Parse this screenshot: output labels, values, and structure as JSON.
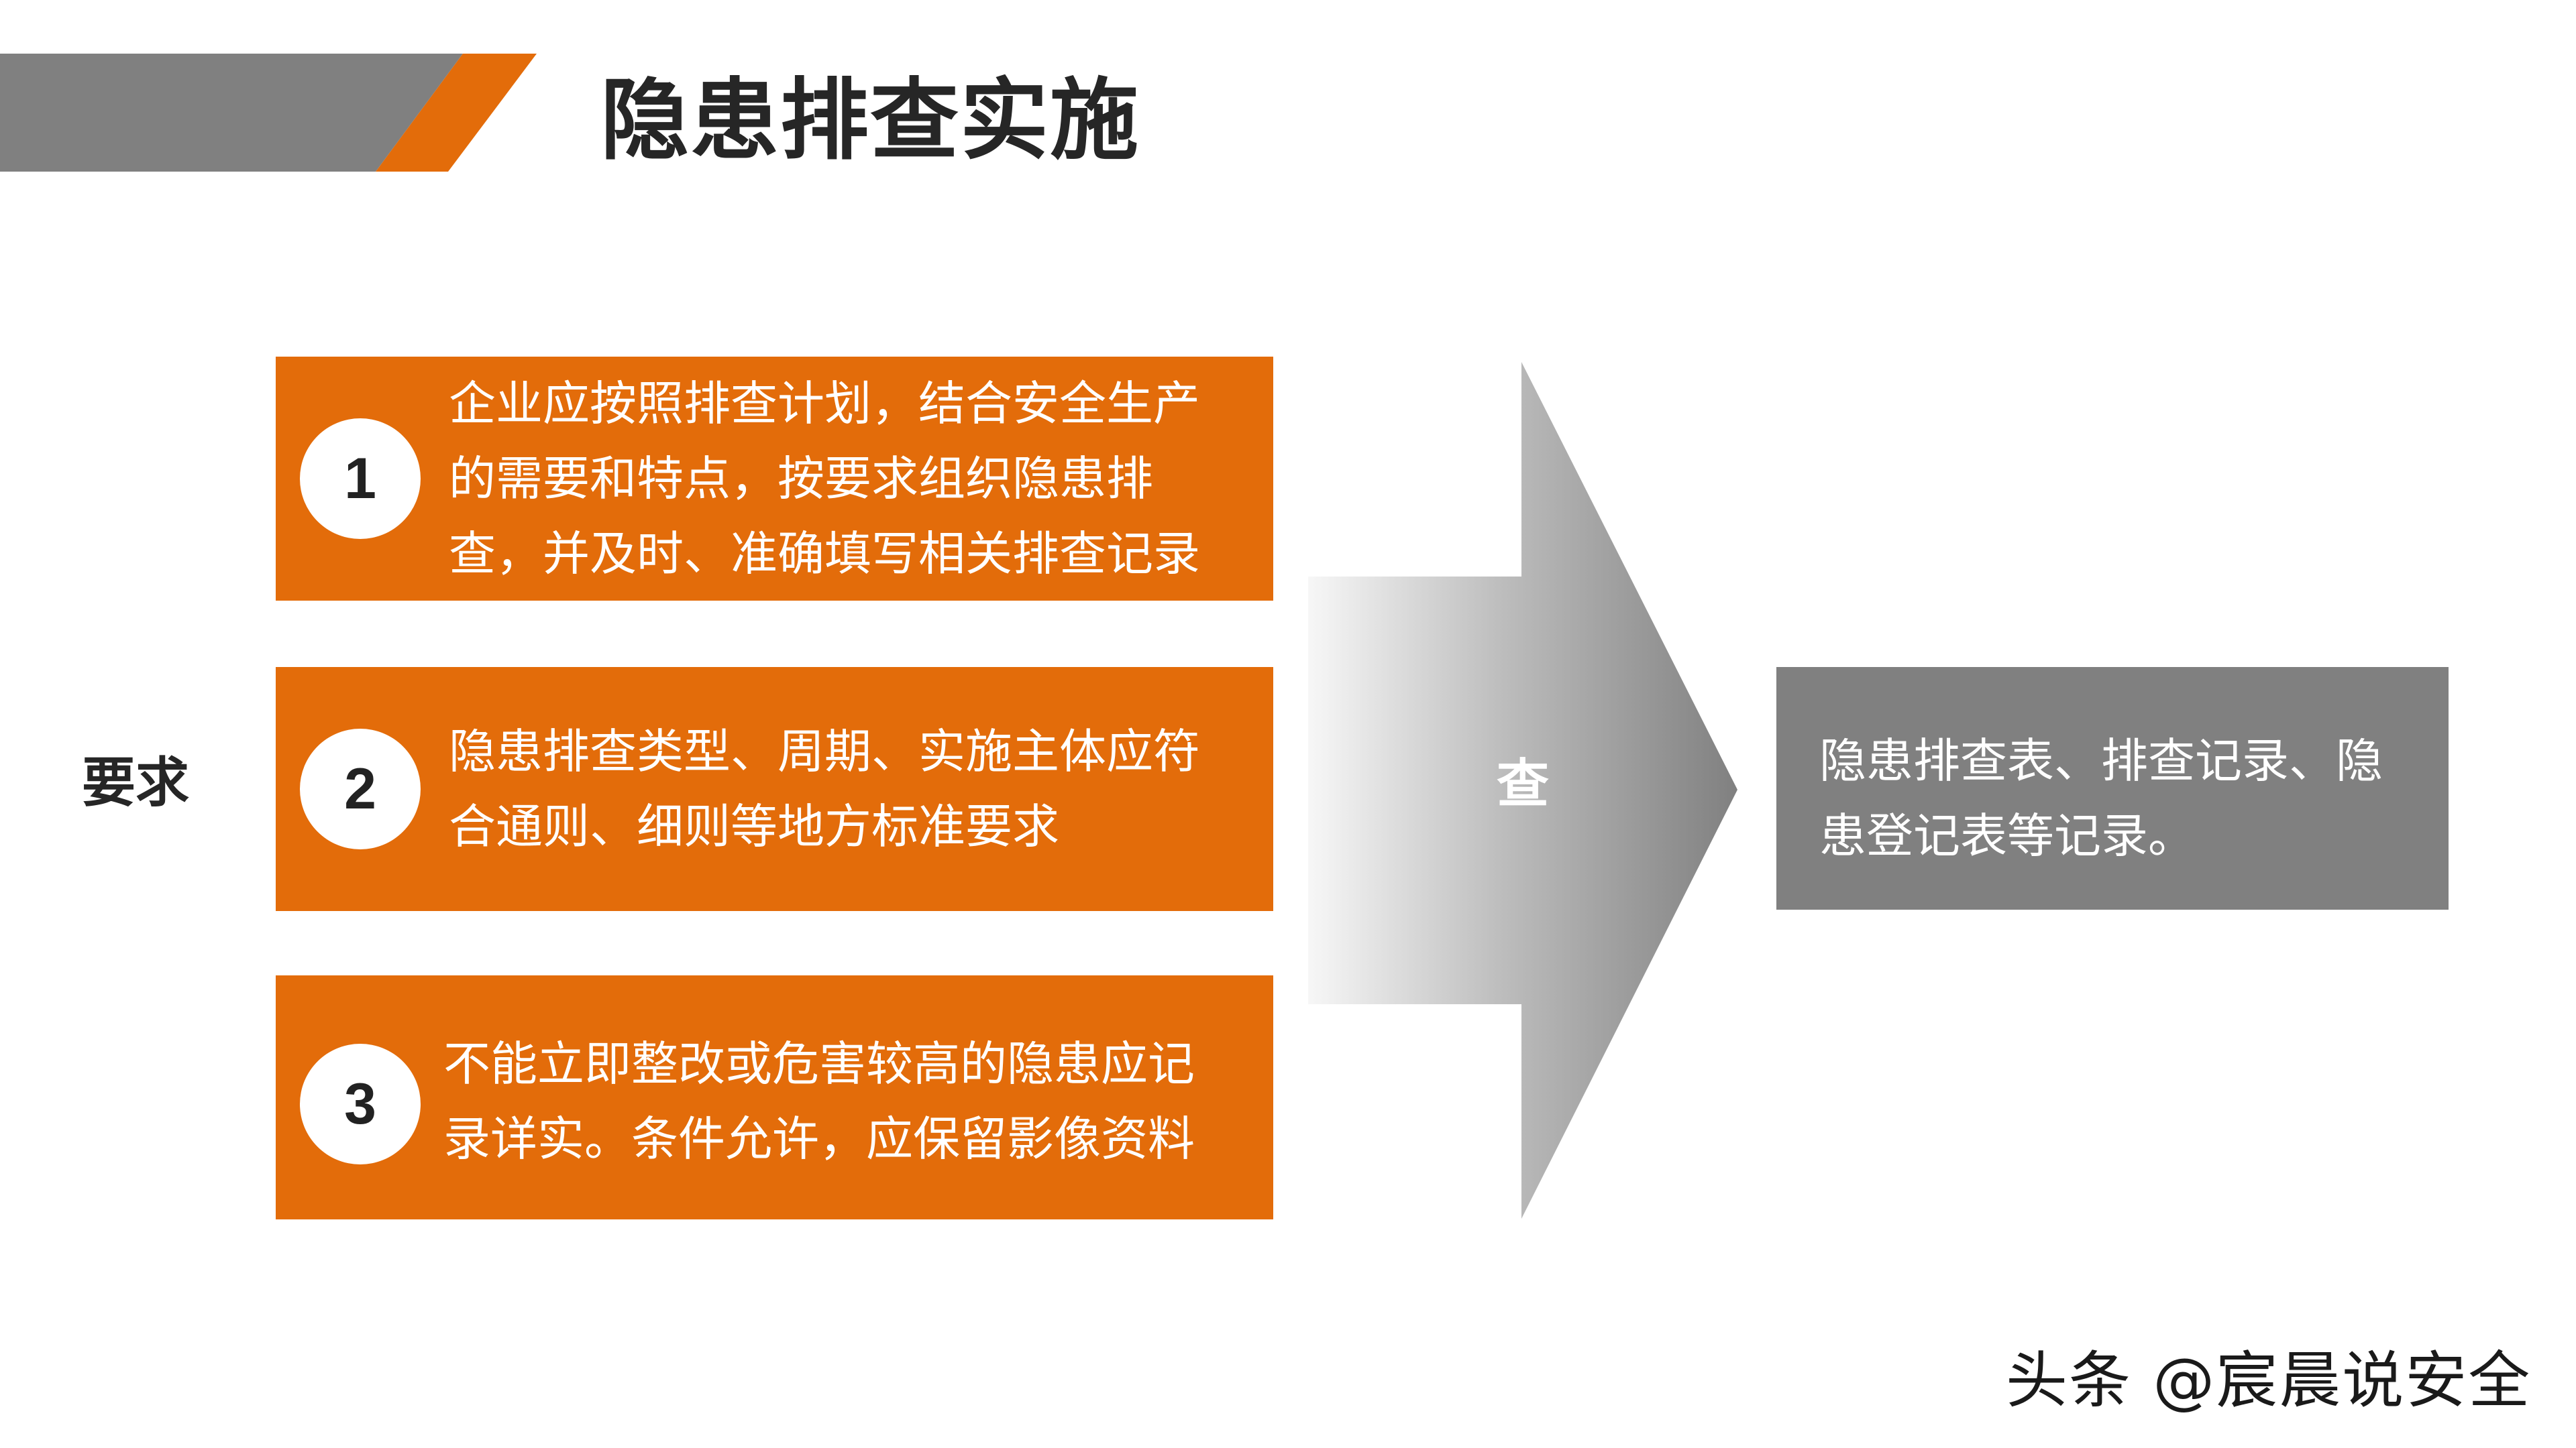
{
  "title": "隐患排查实施",
  "colors": {
    "header_gray": "#808080",
    "accent_orange": "#E36C0A",
    "result_gray": "#808080",
    "arrow_gradient_start": "#F7F7F7",
    "arrow_gradient_end": "#808080",
    "text_dark": "#262626"
  },
  "requirement_label": "要求",
  "requirements": [
    {
      "number": "1",
      "text": "企业应按照排查计划，结合安全生产的需要和特点，按要求组织隐患排查，并及时、准确填写相关排查记录"
    },
    {
      "number": "2",
      "text": "隐患排查类型、周期、实施主体应符合通则、细则等地方标准要求"
    },
    {
      "number": "3",
      "text": "不能立即整改或危害较高的隐患应记录详实。条件允许，应保留影像资料"
    }
  ],
  "arrow": {
    "label": "查"
  },
  "result": {
    "text": "隐患排查表、排查记录、隐患登记表等记录。"
  },
  "watermark": "头条 @宸晨说安全"
}
